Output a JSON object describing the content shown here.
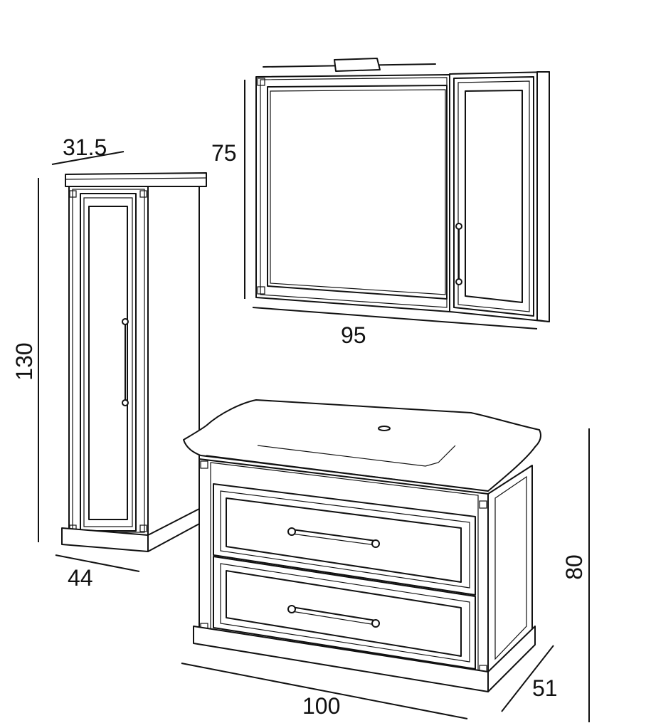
{
  "dimensions": {
    "tall_cabinet_depth": "31.5",
    "tall_cabinet_height": "130",
    "tall_cabinet_width": "44",
    "mirror_height": "75",
    "mirror_width": "95",
    "vanity_width": "100",
    "vanity_depth": "51",
    "vanity_height": "80"
  }
}
